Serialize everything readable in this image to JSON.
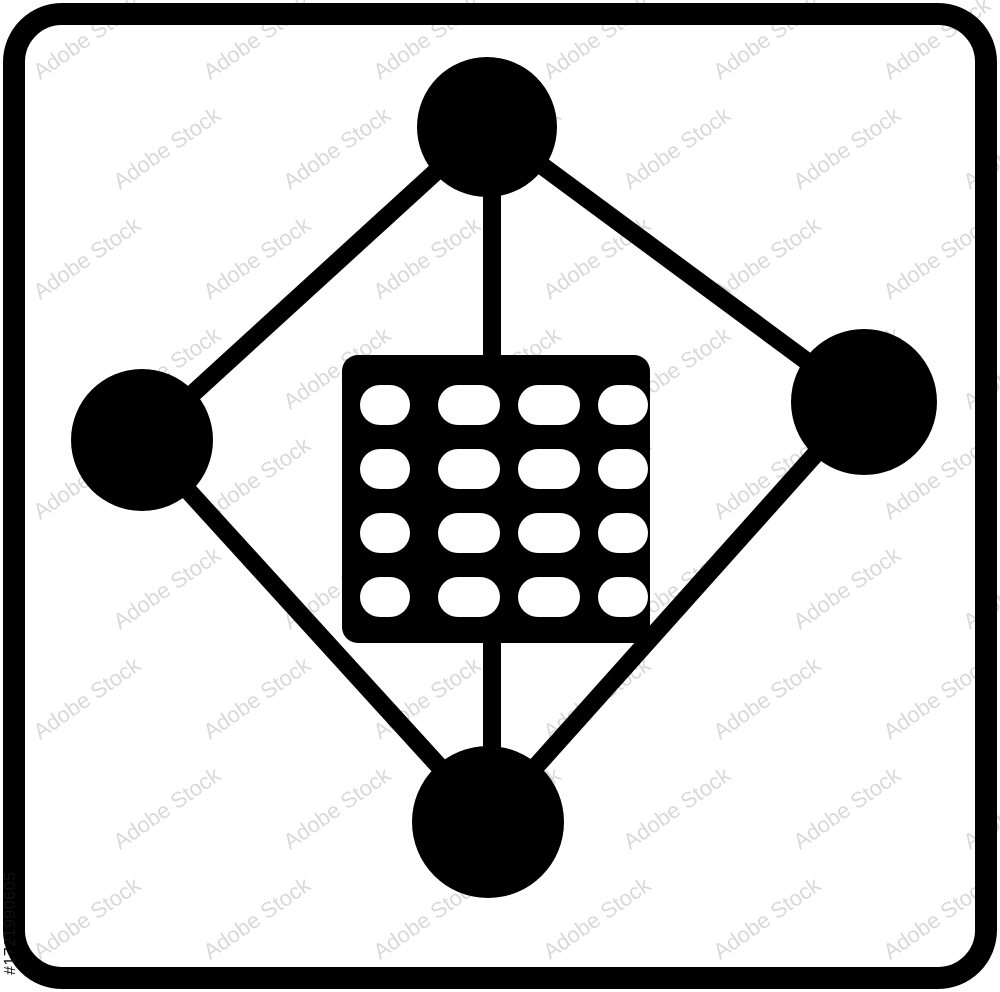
{
  "icon": {
    "name": "network-data-grid-icon",
    "stroke_color": "#000000",
    "fill_color": "#000000",
    "background_color": "#ffffff",
    "node_count": 4,
    "grid": {
      "rows": 4,
      "columns": 4
    }
  },
  "watermark": {
    "text": "Adobe Stock",
    "stock_id": "#1721990605",
    "color": "#d9d9d9"
  }
}
